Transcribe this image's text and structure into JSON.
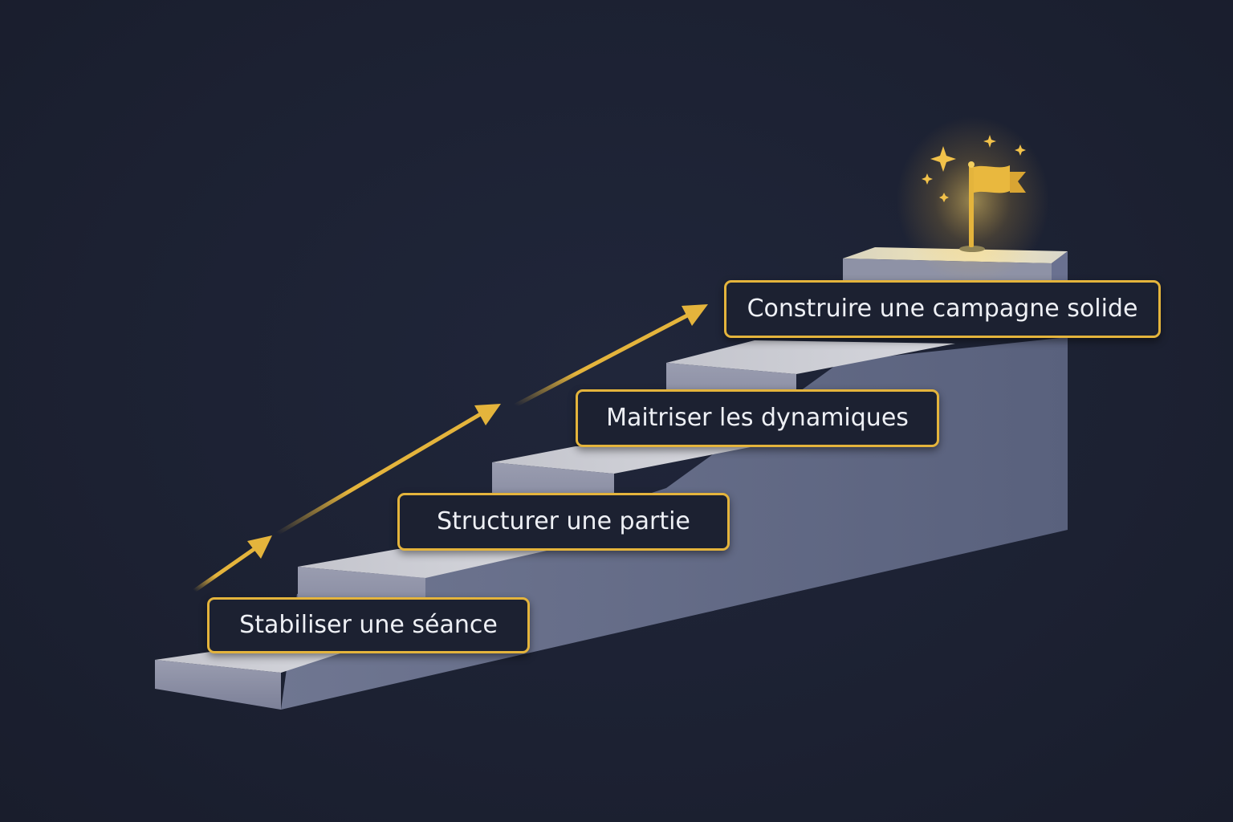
{
  "steps": [
    {
      "label": "Stabiliser une séance"
    },
    {
      "label": "Structurer une partie"
    },
    {
      "label": "Maitriser les dynamiques"
    },
    {
      "label": "Construire une campagne solide"
    }
  ],
  "colors": {
    "background": "#1d2233",
    "accent": "#e4b43c",
    "stair_top": "#c9cad2",
    "stair_side": "#5b6482",
    "label_text": "#eef0f5"
  },
  "icons": [
    "arrow-icon",
    "flag-icon",
    "sparkle-icon"
  ]
}
